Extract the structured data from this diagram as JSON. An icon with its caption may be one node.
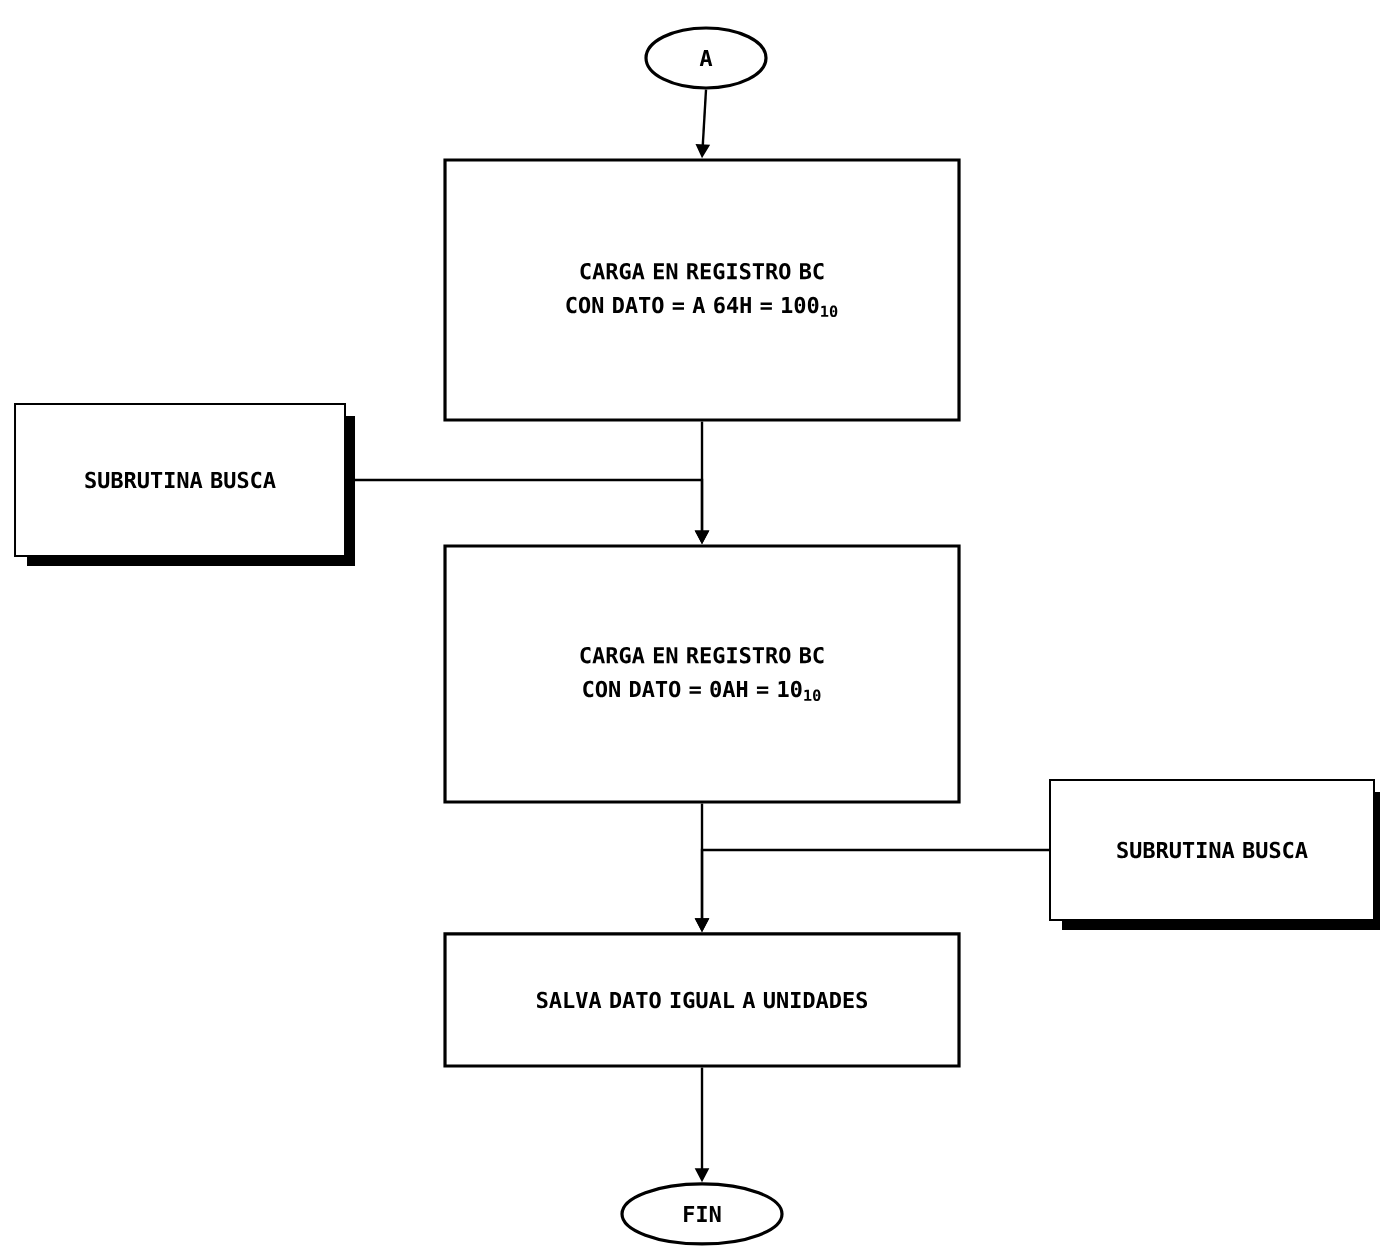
{
  "diagram": {
    "nodes": [
      {
        "text": [
          "A"
        ]
      },
      {
        "text": [
          "CARGA EN REGISTRO BC CON DATO = A 64H = 100$_{10}$"
        ]
      },
      {
        "text": [
          "SUBRUTINA BUSCA"
        ]
      },
      {
        "text": [
          "CARGA EN REGISTRO BC CON DATO = 0AH = 10$_{10}$"
        ]
      },
      {
        "text": [
          "SUBRUTINA BUSCA"
        ]
      },
      {
        "text": [
          "SALVA DATO IGUAL A UNIDADES"
        ]
      },
      {
        "text": [
          "FIN"
        ]
      }
    ],
    "edges": [
      {
        "from": 0,
        "to": 1,
        "arrow": "to"
      },
      {
        "from": 1,
        "to": 3,
        "arrow": "to"
      },
      {
        "from": 2,
        "to": 3,
        "arrow": "to"
      },
      {
        "from": 3,
        "to": 5,
        "arrow": "to"
      },
      {
        "from": 4,
        "to": 5,
        "arrow": "to"
      },
      {
        "from": 5,
        "to": 6,
        "arrow": "to"
      }
    ]
  }
}
